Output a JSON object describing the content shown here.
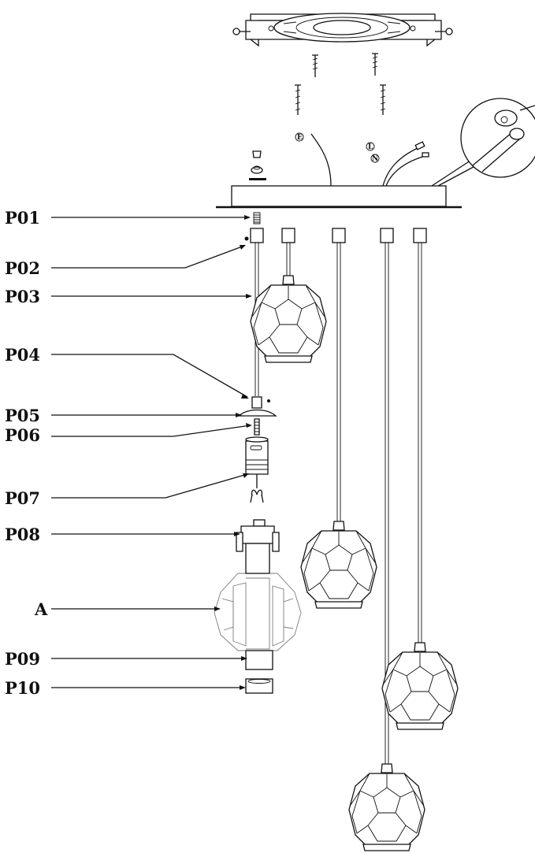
{
  "labels": {
    "p01": "P01",
    "p02": "P02",
    "p03": "P03",
    "p04": "P04",
    "p05": "P05",
    "p06": "P06",
    "p07": "P07",
    "p08": "P08",
    "a": "A",
    "p09": "P09",
    "p10": "P10"
  },
  "wire_marks": {
    "earth": "E",
    "live": "L",
    "neutral": "N"
  },
  "icons": [
    "mounting-bracket-icon",
    "screw-icon",
    "canopy-icon",
    "wire-connector-icon",
    "globe-shade-icon",
    "socket-icon",
    "zoom-detail-icon"
  ]
}
